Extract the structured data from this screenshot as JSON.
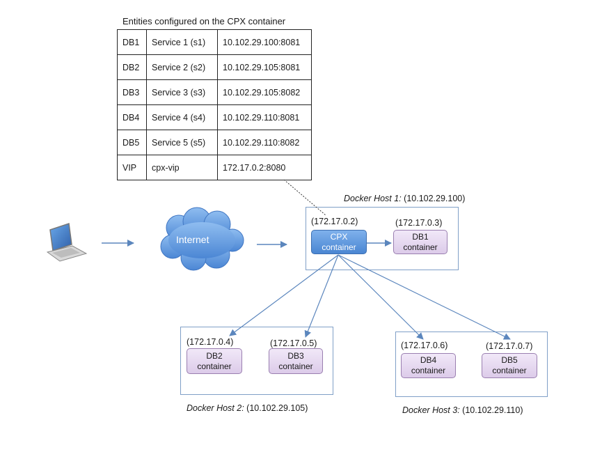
{
  "table": {
    "caption": "Entities configured on the CPX container",
    "rows": [
      [
        "DB1",
        "Service 1 (s1)",
        "10.102.29.100:8081"
      ],
      [
        "DB2",
        "Service 2 (s2)",
        "10.102.29.105:8081"
      ],
      [
        "DB3",
        "Service 3 (s3)",
        "10.102.29.105:8082"
      ],
      [
        "DB4",
        "Service 4 (s4)",
        "10.102.29.110:8081"
      ],
      [
        "DB5",
        "Service 5 (s5)",
        "10.102.29.110:8082"
      ],
      [
        "VIP",
        "cpx-vip",
        "172.17.0.2:8080"
      ]
    ]
  },
  "cloud": {
    "label": "Internet"
  },
  "hosts": {
    "host1": {
      "name": "Docker Host 1:",
      "ip": "(10.102.29.100)"
    },
    "host2": {
      "name": "Docker Host 2:",
      "ip": "(10.102.29.105)"
    },
    "host3": {
      "name": "Docker Host 3:",
      "ip": "(10.102.29.110)"
    }
  },
  "containers": {
    "cpx": {
      "ip": "(172.17.0.2)",
      "line1": "CPX",
      "line2": "container"
    },
    "db1": {
      "ip": "(172.17.0.3)",
      "line1": "DB1",
      "line2": "container"
    },
    "db2": {
      "ip": "(172.17.0.4)",
      "line1": "DB2",
      "line2": "container"
    },
    "db3": {
      "ip": "(172.17.0.5)",
      "line1": "DB3",
      "line2": "container"
    },
    "db4": {
      "ip": "(172.17.0.6)",
      "line1": "DB4",
      "line2": "container"
    },
    "db5": {
      "ip": "(172.17.0.7)",
      "line1": "DB5",
      "line2": "container"
    }
  },
  "colors": {
    "arrow": "#5b86bd",
    "cloud": "#5b93dc",
    "cpx": "#4a86d2",
    "db_container": "#dccbe9",
    "host_border": "#7f9fc7"
  },
  "icons": {
    "client": "laptop-icon",
    "network": "cloud-icon"
  }
}
